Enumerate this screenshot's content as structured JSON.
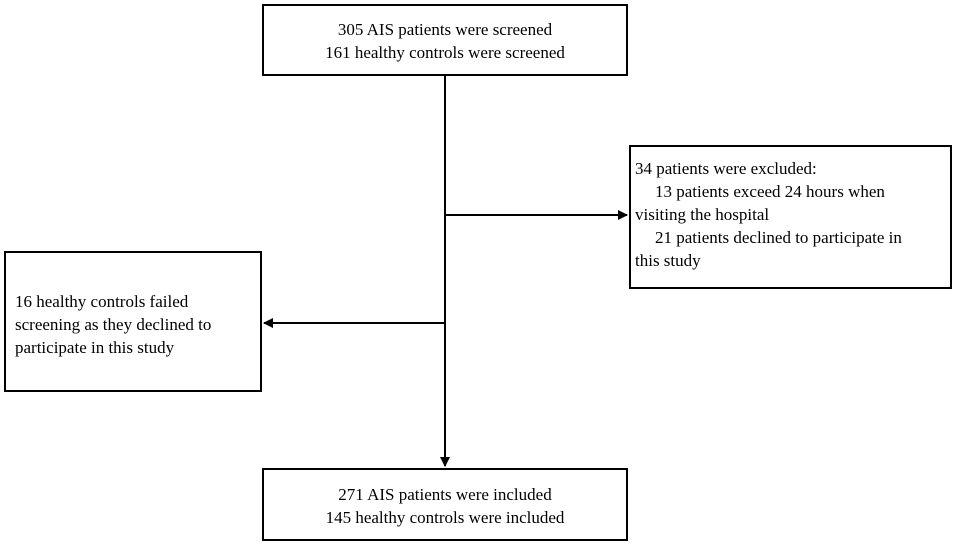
{
  "flowchart": {
    "screened": {
      "lines": [
        "305 AIS patients were screened",
        "161 healthy controls were screened"
      ]
    },
    "excluded_patients": {
      "heading": "34 patients were excluded:",
      "reason_1_a": "13 patients exceed 24 hours when",
      "reason_1_b": "visiting the hospital",
      "reason_2_a": "21 patients declined to participate in",
      "reason_2_b": "this study"
    },
    "failed_controls": {
      "lines": [
        "16 healthy controls failed",
        "screening as they declined to",
        "participate in this study"
      ]
    },
    "included": {
      "lines": [
        "271 AIS patients were included",
        "145 healthy controls were included"
      ]
    }
  }
}
